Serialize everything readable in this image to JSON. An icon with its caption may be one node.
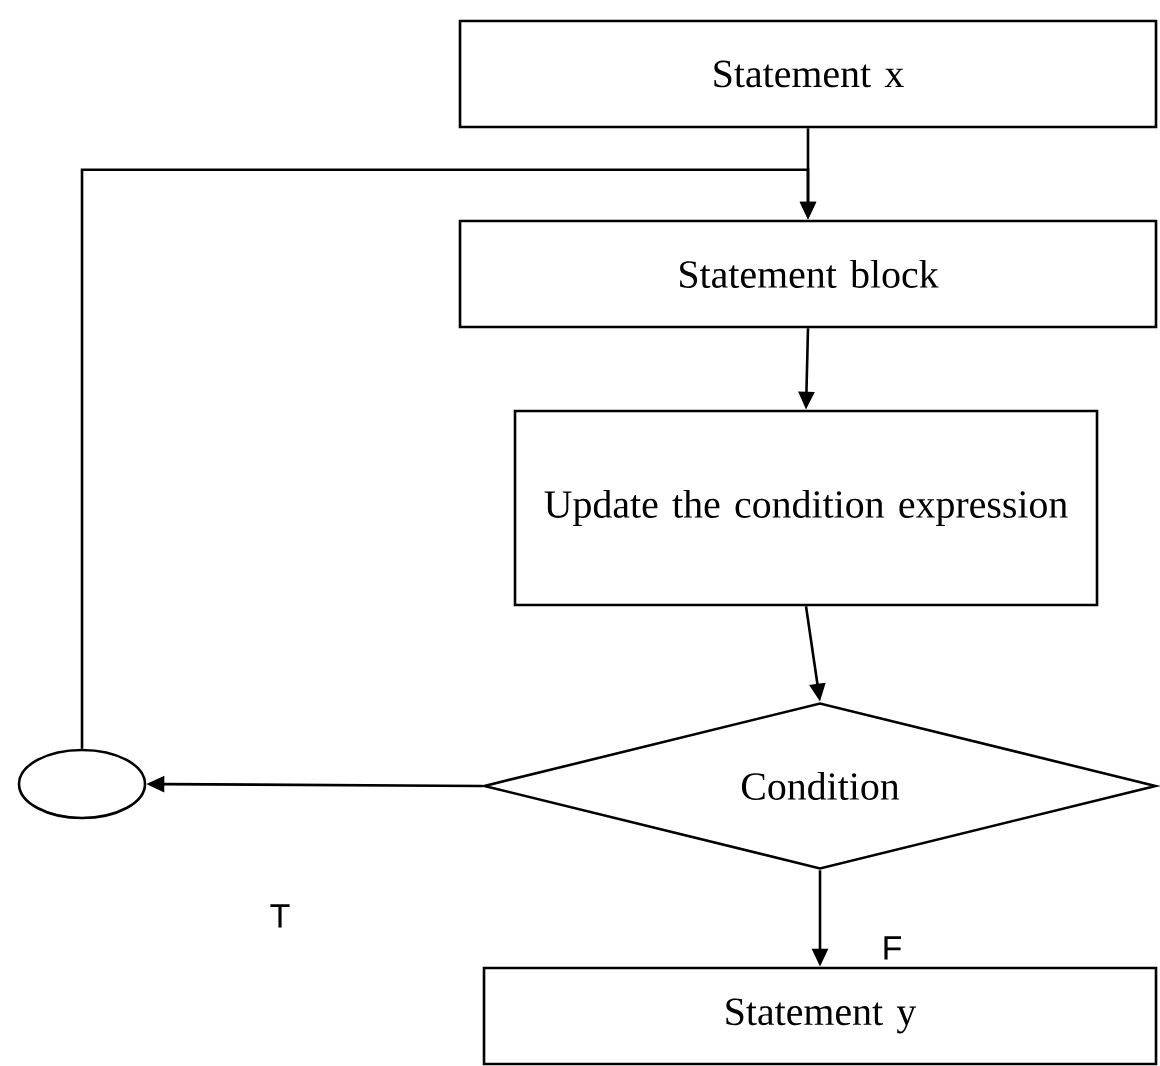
{
  "diagram": {
    "nodes": [
      {
        "text": [
          "Statement x"
        ]
      },
      {
        "text": [
          "Statement block"
        ]
      },
      {
        "text": [
          "Update the condition expression"
        ]
      },
      {
        "text": [
          "Condition"
        ]
      },
      {
        "text": [],
        "shape": "circle"
      },
      {
        "text": [
          "Statement y"
        ]
      }
    ],
    "edges": [
      {
        "from": 0,
        "to": 1,
        "arrow": "to"
      },
      {
        "from": 1,
        "to": 2,
        "arrow": "to"
      },
      {
        "from": 2,
        "to": 3,
        "arrow": "to"
      },
      {
        "from": 3,
        "to": 4,
        "arrow": "to",
        "label": "T"
      },
      {
        "from": 3,
        "to": 5,
        "arrow": "to",
        "label": "F"
      },
      {
        "from": 4,
        "to": 1,
        "arrow": "to"
      }
    ]
  }
}
